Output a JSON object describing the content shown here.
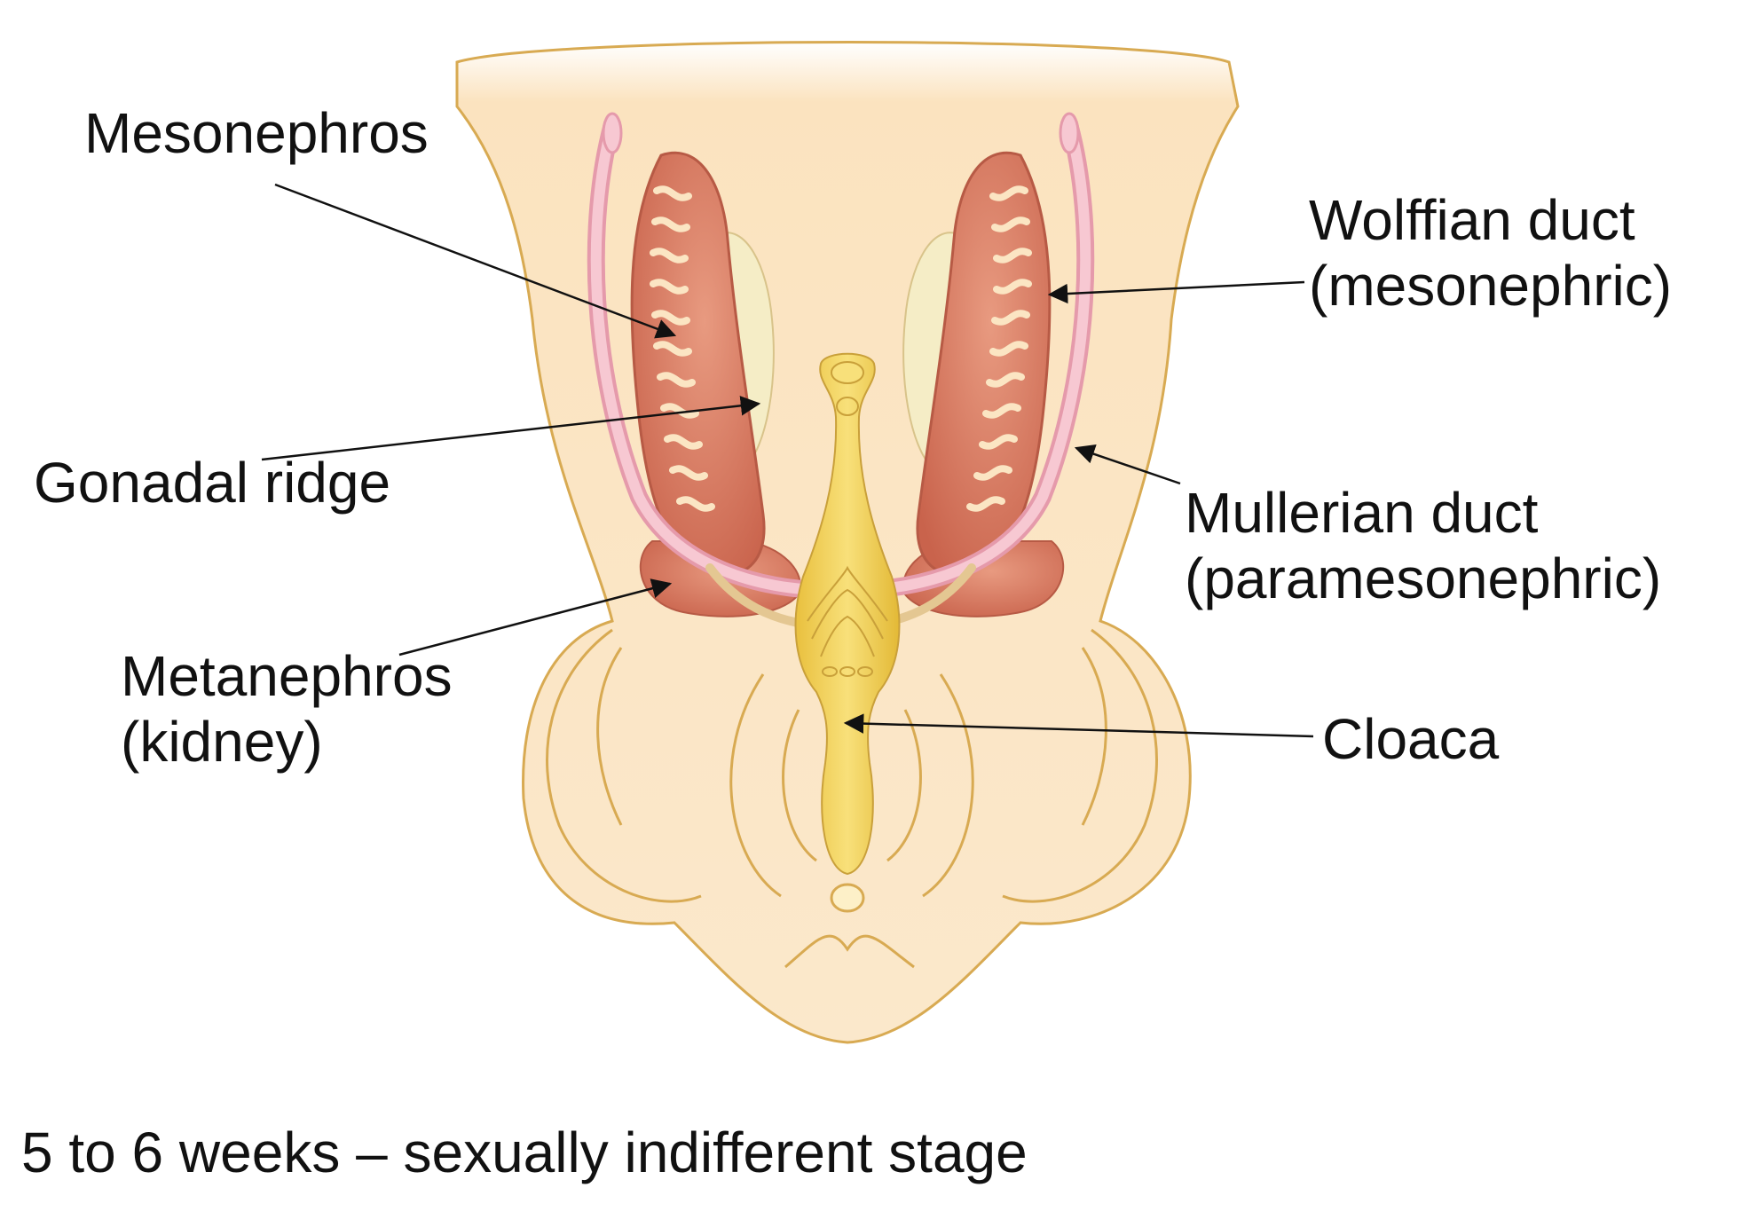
{
  "labels": {
    "mesonephros": "Mesonephros",
    "gonadal_ridge": "Gonadal ridge",
    "metanephros_line1": "Metanephros",
    "metanephros_line2": "(kidney)",
    "wolffian_line1": "Wolffian duct",
    "wolffian_line2": "(mesonephric)",
    "mullerian_line1": "Mullerian duct",
    "mullerian_line2": "(paramesonephric)",
    "cloaca": "Cloaca"
  },
  "caption": "5 to 6 weeks – sexually indifferent stage",
  "colors": {
    "body": "#fbe5c3",
    "body_outline": "#d8aa52",
    "mesonephros": "#dc7d66",
    "mesonephros_dark": "#b75a45",
    "gonad": "#f4ecc4",
    "mullerian": "#f4b9c6",
    "wolffian_inner": "#f6dcc0",
    "cloaca": "#f1d158",
    "leader": "#111111"
  }
}
